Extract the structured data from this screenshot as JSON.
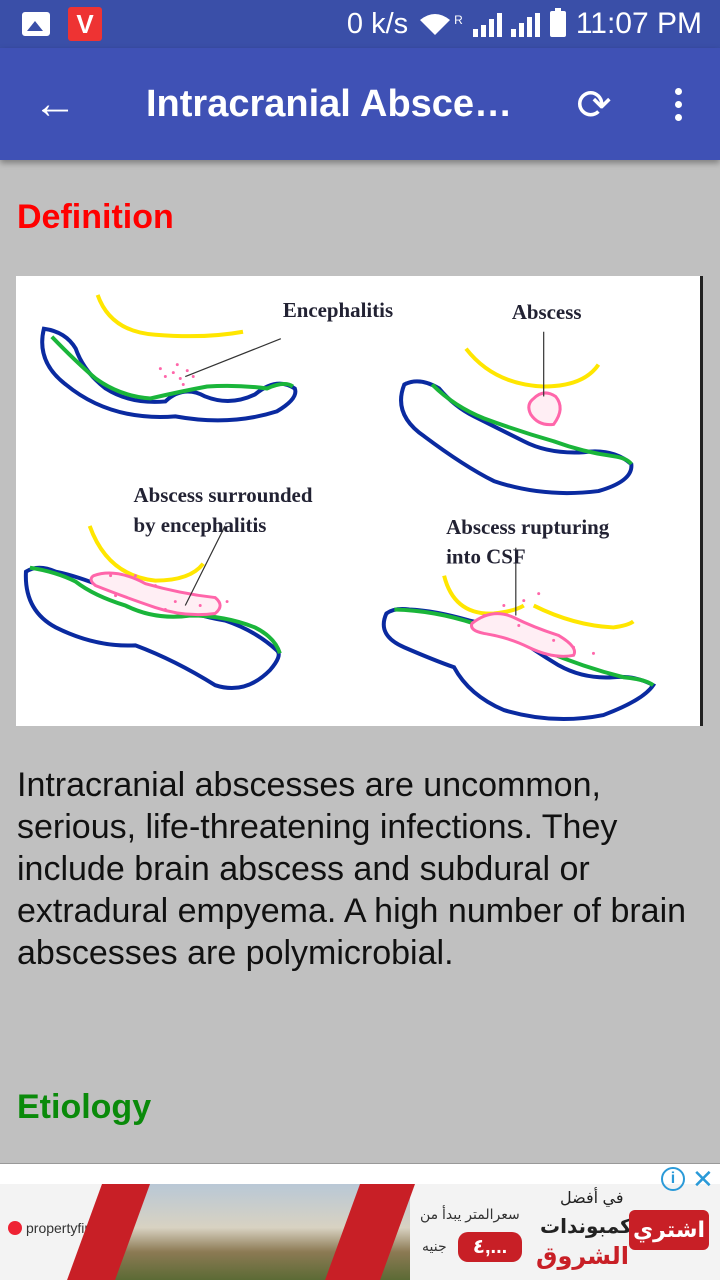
{
  "status_bar": {
    "net_speed": "0 k/s",
    "roaming": "R",
    "time": "11:07 PM",
    "icons": [
      "gallery-icon",
      "v-app-icon",
      "wifi-icon",
      "signal-icon",
      "battery-icon"
    ]
  },
  "app_bar": {
    "back_icon": "←",
    "title": "Intracranial Abscesses",
    "refresh_icon": "⟳"
  },
  "content": {
    "definition_heading": "Definition",
    "figure": {
      "labels": {
        "encephalitis": "Encephalitis",
        "abscess": "Abscess",
        "surrounded_1": "Abscess surrounded",
        "surrounded_2": "by encephalitis",
        "rupturing_1": "Abscess rupturing",
        "rupturing_2": "into CSF"
      }
    },
    "definition_text": "Intracranial abscesses are uncommon, serious, life-threatening infections. They include brain abscess and subdural or extradural empyema. A high number of brain abscesses are polymicrobial.",
    "etiology_heading": "Etiology"
  },
  "ad": {
    "logo_text": "propertyfinder.eg",
    "price_text": "سعرالمتر يبدأ من",
    "price": "٤,...",
    "currency": "جنيه",
    "line1": "في أفضل",
    "line2": "كمبوندات",
    "line3": "الشروق",
    "cta": "اشتري",
    "info_icon": "i",
    "close_icon": "✕"
  },
  "colors": {
    "status_bar": "#3a4fa8",
    "app_bar": "#3f51b5",
    "background": "#c0c0c0",
    "definition_heading": "#ff0000",
    "etiology_heading": "#0a8a0a",
    "ad_red": "#c81f26"
  }
}
